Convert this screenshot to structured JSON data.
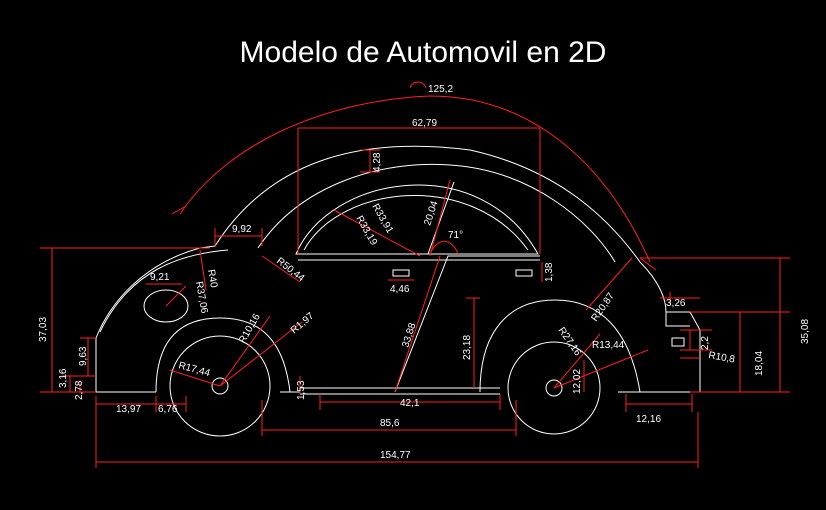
{
  "drawing": {
    "title": "Modelo de Automovil en 2D",
    "colors": {
      "background": "#000000",
      "outline": "#ffffff",
      "dimension": "#ff2020"
    },
    "dimensions": {
      "arc_length": "125,2",
      "window_width": "62,79",
      "window_height": "4,28",
      "r_outer": "R33,91",
      "r_inner": "R33,19",
      "window_divider": "20,04",
      "window_angle": "71°",
      "hood_width": "9,92",
      "r40": "R40",
      "r50": "R50,44",
      "light_w": "9,21",
      "r37": "R37,06",
      "r10": "R10,16",
      "r1": "R1,97",
      "r17": "R17,44",
      "door": "33,88",
      "door_h": "23,18",
      "handle_l": "4,46",
      "handle_r": "1,38",
      "r20": "R20,87",
      "r27": "R27,16",
      "r13": "R13,44",
      "w3": "3,26",
      "h2": "2,2",
      "r10b": "R10,8",
      "h18": "18,04",
      "h35": "35,08",
      "h12": "12,02",
      "w12": "12,16",
      "h37": "37,03",
      "h9": "9,63",
      "h3": "3,16",
      "h2b": "2,78",
      "w13": "13,97",
      "w6": "6,76",
      "h1": "1,53",
      "w42": "42,1",
      "w85": "85,6",
      "total": "154,77"
    }
  }
}
